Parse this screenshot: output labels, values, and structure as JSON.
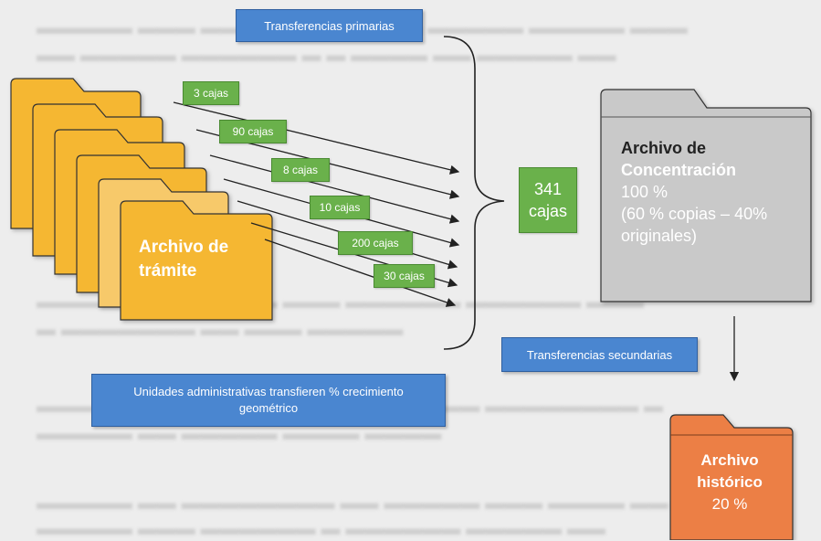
{
  "diagram": {
    "primary_transfers_label": "Transferencias primarias",
    "secondary_transfers_label": "Transferencias secundarias",
    "admin_units_label": "Unidades administrativas transfieren % crecimiento geométrico",
    "box_counts": [
      "3 cajas",
      "90 cajas",
      "8 cajas",
      "10 cajas",
      "200 cajas",
      "30 cajas"
    ],
    "total": {
      "number": "341",
      "unit": "cajas"
    },
    "tramite_folder": {
      "line1": "Archivo de",
      "line2": "trámite"
    },
    "concentracion_folder": {
      "title1": "Archivo de",
      "title2": "Concentración",
      "percent": "100 %",
      "detail1": "(60 % copias – 40%",
      "detail2": "originales)"
    },
    "historico_folder": {
      "line1": "Archivo",
      "line2": "histórico",
      "percent": "20 %"
    }
  },
  "colors": {
    "folder_orange": "#f5b731",
    "folder_gray": "#c9c9c9",
    "folder_historic": "#ec7f45",
    "box_green": "#6ab14b",
    "label_blue": "#4a86d0"
  }
}
